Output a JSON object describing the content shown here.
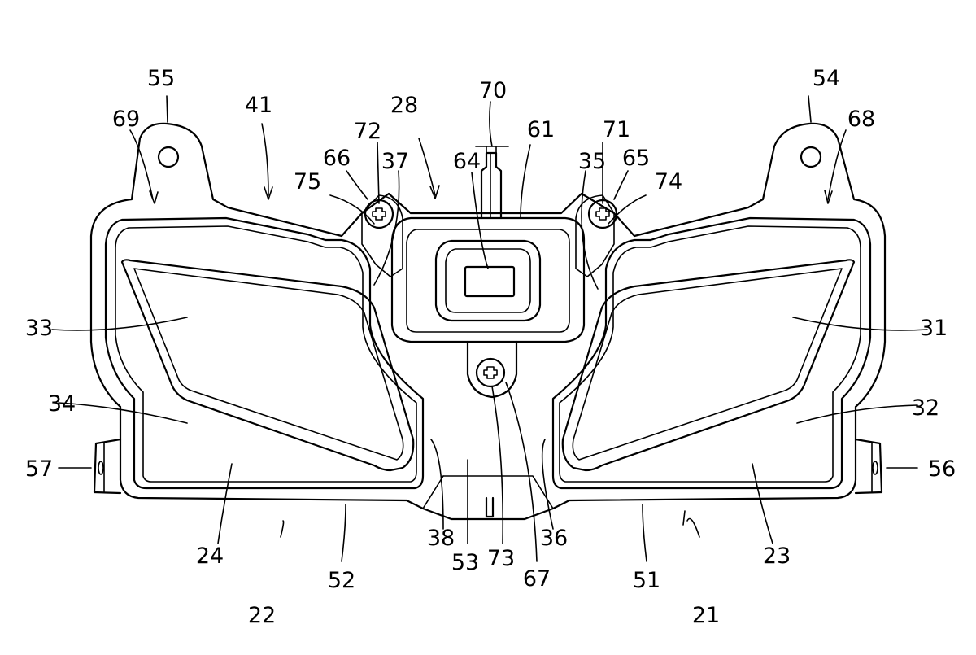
{
  "figure": {
    "reference_numerals": {
      "n21": "21",
      "n22": "22",
      "n23": "23",
      "n24": "24",
      "n28": "28",
      "n31": "31",
      "n32": "32",
      "n33": "33",
      "n34": "34",
      "n35": "35",
      "n36": "36",
      "n37": "37",
      "n38": "38",
      "n41": "41",
      "n51": "51",
      "n52": "52",
      "n53": "53",
      "n54": "54",
      "n55": "55",
      "n56": "56",
      "n57": "57",
      "n61": "61",
      "n64": "64",
      "n65": "65",
      "n66": "66",
      "n67": "67",
      "n68": "68",
      "n69": "69",
      "n70": "70",
      "n71": "71",
      "n72": "72",
      "n73": "73",
      "n74": "74",
      "n75": "75"
    }
  }
}
